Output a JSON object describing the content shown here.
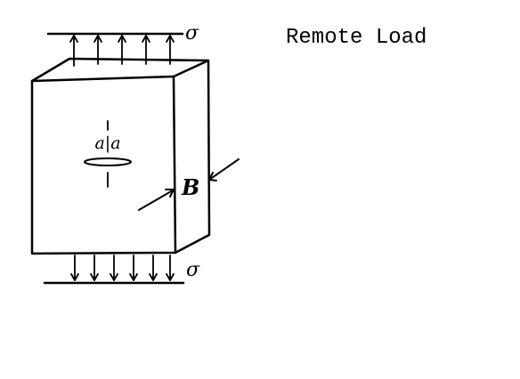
{
  "caption": "Remote Load",
  "labels": {
    "stress_top": "σ",
    "stress_bottom": "σ",
    "thickness": "B",
    "crack_length": "a|a"
  },
  "colors": {
    "ink": "#000000",
    "background": "#ffffff"
  }
}
